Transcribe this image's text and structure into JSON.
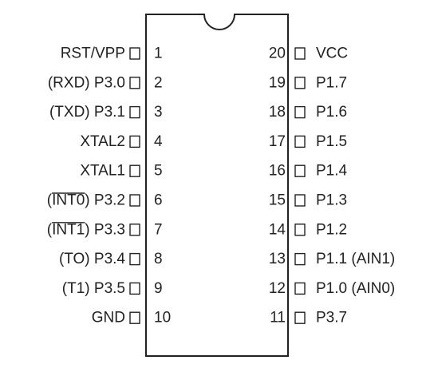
{
  "diagram": {
    "type": "ic-pinout",
    "line_color": "#222222",
    "background_color": "#ffffff",
    "left_pins": [
      {
        "number": "1",
        "label": "RST/VPP"
      },
      {
        "number": "2",
        "label": "(RXD) P3.0"
      },
      {
        "number": "3",
        "label": "(TXD) P3.1"
      },
      {
        "number": "4",
        "label": "XTAL2"
      },
      {
        "number": "5",
        "label": "XTAL1"
      },
      {
        "number": "6",
        "label": "(INT0) P3.2",
        "overline": "INT0"
      },
      {
        "number": "7",
        "label": "(INT1) P3.3",
        "overline": "INT1"
      },
      {
        "number": "8",
        "label": "(TO) P3.4"
      },
      {
        "number": "9",
        "label": "(T1) P3.5"
      },
      {
        "number": "10",
        "label": "GND"
      }
    ],
    "right_pins": [
      {
        "number": "20",
        "label": "VCC"
      },
      {
        "number": "19",
        "label": "P1.7"
      },
      {
        "number": "18",
        "label": "P1.6"
      },
      {
        "number": "17",
        "label": "P1.5"
      },
      {
        "number": "16",
        "label": "P1.4"
      },
      {
        "number": "15",
        "label": "P1.3"
      },
      {
        "number": "14",
        "label": "P1.2"
      },
      {
        "number": "13",
        "label": "P1.1 (AIN1)"
      },
      {
        "number": "12",
        "label": "P1.0 (AIN0)"
      },
      {
        "number": "11",
        "label": "P3.7"
      }
    ]
  }
}
